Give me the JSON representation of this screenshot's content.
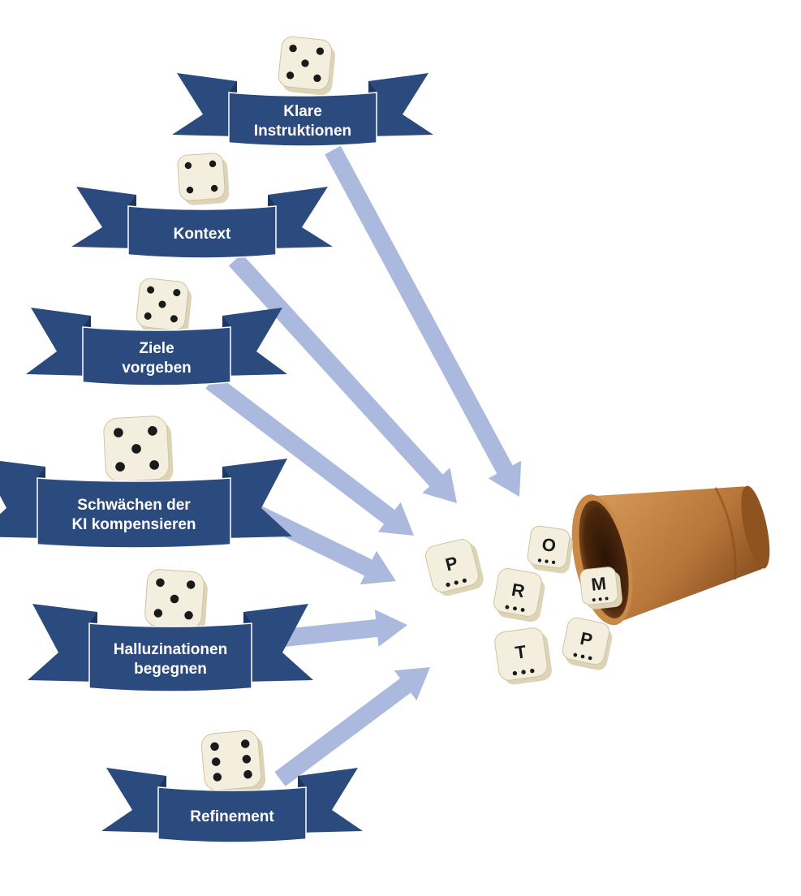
{
  "colors": {
    "banner": "#2b4a7e",
    "banner_dark": "#1d3560",
    "arrow": "#aab9dd",
    "die_face": "#f3eedd",
    "die_side": "#ddd3b6",
    "pip": "#1a1a1a",
    "cup": "#b8763a",
    "cup_dark": "#5a2f10"
  },
  "banners": [
    {
      "id": "klare-instruktionen",
      "lines": [
        "Klare",
        "Instruktionen"
      ],
      "die_icon": "die-five-icon"
    },
    {
      "id": "kontext",
      "lines": [
        "Kontext"
      ],
      "die_icon": "die-four-icon"
    },
    {
      "id": "ziele-vorgeben",
      "lines": [
        "Ziele",
        "vorgeben"
      ],
      "die_icon": "die-five-icon"
    },
    {
      "id": "schwaechen",
      "lines": [
        "Schwächen der",
        "KI kompensieren"
      ],
      "die_icon": "die-five-icon"
    },
    {
      "id": "halluzinationen",
      "lines": [
        "Halluzinationen",
        "begegnen"
      ],
      "die_icon": "die-five-icon"
    },
    {
      "id": "refinement",
      "lines": [
        "Refinement"
      ],
      "die_icon": "die-six-icon"
    }
  ],
  "letter_dice": [
    "P",
    "R",
    "O",
    "M",
    "P",
    "T"
  ],
  "cup_icon": "dice-cup-icon"
}
